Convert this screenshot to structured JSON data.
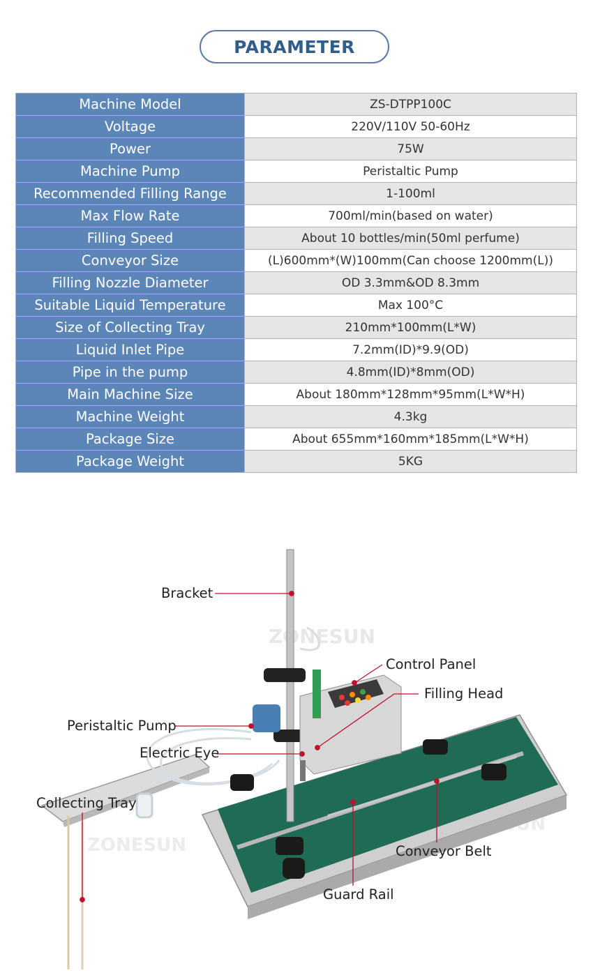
{
  "title": "PARAMETER",
  "specs": [
    {
      "label": "Machine Model",
      "value": "ZS-DTPP100C"
    },
    {
      "label": "Voltage",
      "value": "220V/110V 50-60Hz"
    },
    {
      "label": "Power",
      "value": "75W"
    },
    {
      "label": "Machine Pump",
      "value": "Peristaltic Pump"
    },
    {
      "label": "Recommended Filling Range",
      "value": "1-100ml"
    },
    {
      "label": "Max Flow Rate",
      "value": "700ml/min(based on water)"
    },
    {
      "label": "Filling Speed",
      "value": "About 10 bottles/min(50ml perfume)"
    },
    {
      "label": "Conveyor Size",
      "value": "(L)600mm*(W)100mm(Can choose 1200mm(L))"
    },
    {
      "label": "Filling Nozzle Diameter",
      "value": "OD 3.3mm&OD 8.3mm"
    },
    {
      "label": "Suitable Liquid Temperature",
      "value": "Max 100°C"
    },
    {
      "label": "Size of Collecting Tray",
      "value": "210mm*100mm(L*W)"
    },
    {
      "label": "Liquid Inlet Pipe",
      "value": "7.2mm(ID)*9.9(OD)"
    },
    {
      "label": "Pipe in the pump",
      "value": "4.8mm(ID)*8mm(OD)"
    },
    {
      "label": "Main Machine Size",
      "value": "About 180mm*128mm*95mm(L*W*H)"
    },
    {
      "label": "Machine Weight",
      "value": "4.3kg"
    },
    {
      "label": "Package Size",
      "value": "About 655mm*160mm*185mm(L*W*H)"
    },
    {
      "label": "Package Weight",
      "value": "5KG"
    }
  ],
  "callouts": {
    "bracket": "Bracket",
    "control_panel": "Control Panel",
    "filling_head": "Filling Head",
    "peristaltic_pump": "Peristaltic Pump",
    "electric_eye": "Electric Eye",
    "collecting_tray": "Collecting Tray",
    "conveyor_belt": "Conveyor Belt",
    "guard_rail": "Guard Rail"
  },
  "watermark": "ZONESUN",
  "colors": {
    "header_border": "#5a7ca6",
    "header_text": "#2f5d8c",
    "label_bg": "#5d86b8",
    "row_alt": "#e5e5e5",
    "leader_line": "#c0102a",
    "belt": "#1f6b55"
  }
}
